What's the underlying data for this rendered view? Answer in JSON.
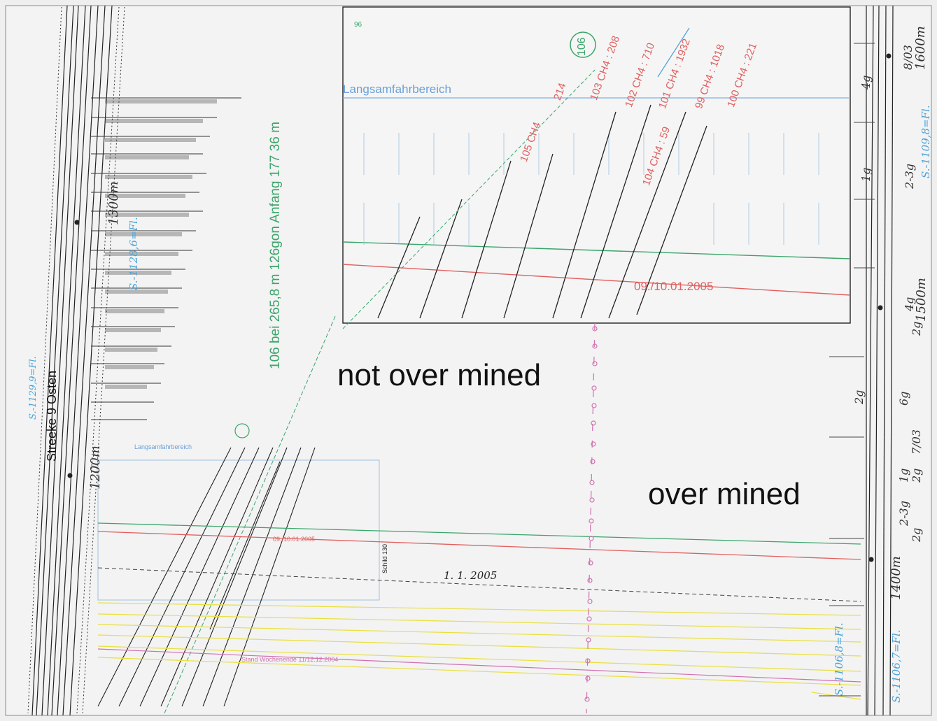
{
  "annotations": {
    "not_over_mined": "not over mined",
    "over_mined": "over mined"
  },
  "section": {
    "route_label": "Streeke 9 Osten",
    "slow_zone_label": "Langsamfahrbereich",
    "green_header": "106 bei 265,8 m   126gon Anfang 177   36 m",
    "marker_106": "106",
    "date_red": "09./10.01.2005",
    "date_black": "1. 1. 2005",
    "shield": "Schild 130",
    "weekend": "Stand Wochenende 11/12.12.2004",
    "num_96": "96"
  },
  "boreholes": [
    {
      "label": "103 CH4 : 208"
    },
    {
      "label": "102 CH4 : 710"
    },
    {
      "label": "101 CH4 : 1932"
    },
    {
      "label": "99 CH4 : 1018"
    },
    {
      "label": "100 CH4 : 221"
    },
    {
      "label": "214"
    },
    {
      "label": "105 CH4"
    },
    {
      "label": "104 CH4 : 59"
    }
  ],
  "right_margin": {
    "top_dist": "1600m",
    "top_code": "8/03",
    "mid_dist": "1500m",
    "bottom_dist": "1400m",
    "s_top": "S.-1109,8=Fl.",
    "s_bottom": "S.-1106,7=Fl.",
    "s_low": "S.-1106,8=Fl.",
    "g_marks": [
      "4g",
      "1g",
      "2-3g",
      "4g",
      "2g",
      "2g",
      "6g",
      "7/03",
      "1g",
      "2g",
      "2-3g",
      "2g"
    ]
  },
  "left_margin": {
    "dist_1300": "1300m",
    "dist_1200": "1200m",
    "s_label": "S.-1129,9=Fl.",
    "s_left2": "S.-1128,6=Fl."
  },
  "colors": {
    "green": "#3aa56a",
    "red": "#e06060",
    "blue": "#4aa3d8",
    "pink": "#d070b0",
    "yellow": "#e8df40"
  }
}
